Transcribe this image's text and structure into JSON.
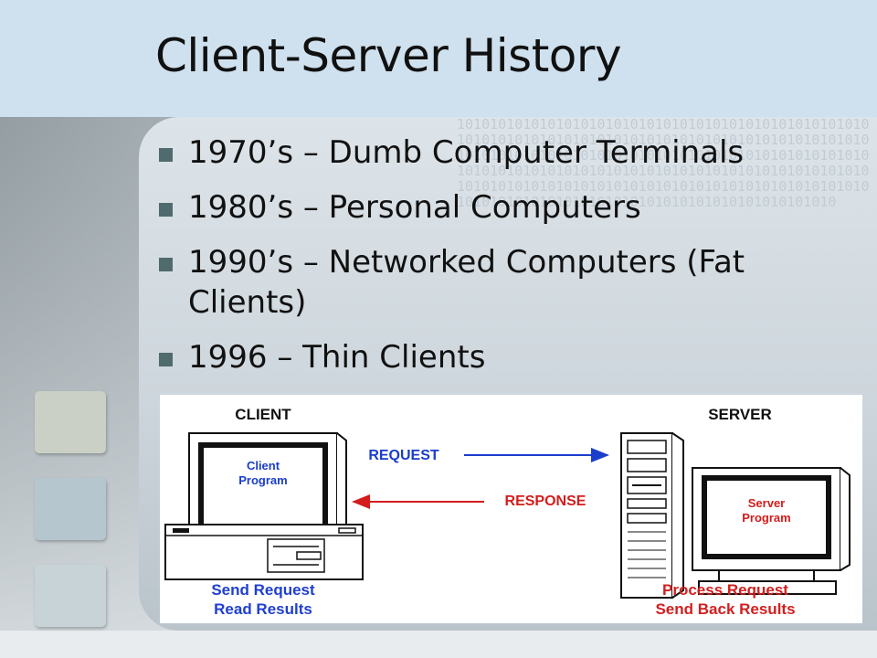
{
  "slide": {
    "title": "Client-Server History",
    "bullets": [
      "1970’s – Dumb Computer Terminals",
      "1980’s – Personal Computers",
      "1990’s – Networked Computers (Fat Clients)",
      "1996 – Thin Clients"
    ],
    "background_binary": "10101010101010101010101010101010101010101010101010101010101010101010101010101010101010101010101010101010101010101010101010101010101010101010101010101010101010101010101010101010101010101010101010101010101010101010101010101010101010101010101010101010101010101010101010101010101010101010101010101010"
  },
  "diagram": {
    "client_label": "CLIENT",
    "server_label": "SERVER",
    "client_program": [
      "Client",
      "Program"
    ],
    "server_program": [
      "Server",
      "Program"
    ],
    "request_label": "REQUEST",
    "response_label": "RESPONSE",
    "client_caption": [
      "Send Request",
      "Read Results"
    ],
    "server_caption": [
      "Process Request",
      "Send Back Results"
    ]
  },
  "colors": {
    "title_band": "#cfe1ee",
    "bullet_square": "#4f6b6d",
    "request_blue": "#1a3dcc",
    "response_red": "#d41c1c",
    "caption_blue": "#1f3fcf",
    "caption_red": "#d11f1f",
    "side_block_1": "#cbd0c6",
    "side_block_2": "#b6c6cf",
    "side_block_3": "#c8d3d8"
  }
}
